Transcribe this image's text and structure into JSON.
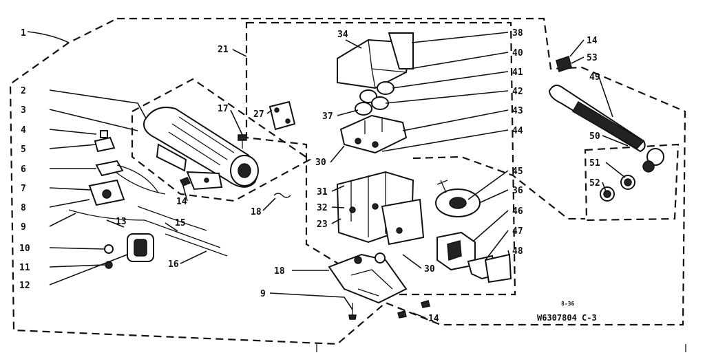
{
  "callouts": [
    {
      "id": "c1",
      "text": "1"
    },
    {
      "id": "c2",
      "text": "2"
    },
    {
      "id": "c3",
      "text": "3"
    },
    {
      "id": "c4",
      "text": "4"
    },
    {
      "id": "c5",
      "text": "5"
    },
    {
      "id": "c6",
      "text": "6"
    },
    {
      "id": "c7",
      "text": "7"
    },
    {
      "id": "c8",
      "text": "8"
    },
    {
      "id": "c9a",
      "text": "9"
    },
    {
      "id": "c10",
      "text": "10"
    },
    {
      "id": "c11",
      "text": "11"
    },
    {
      "id": "c12",
      "text": "12"
    },
    {
      "id": "c13",
      "text": "13"
    },
    {
      "id": "c14a",
      "text": "14"
    },
    {
      "id": "c15",
      "text": "15"
    },
    {
      "id": "c16a",
      "text": "16"
    },
    {
      "id": "c17",
      "text": "17"
    },
    {
      "id": "c18a",
      "text": "18"
    },
    {
      "id": "c21",
      "text": "21"
    },
    {
      "id": "c27",
      "text": "27"
    },
    {
      "id": "c30a",
      "text": "30"
    },
    {
      "id": "c31",
      "text": "31"
    },
    {
      "id": "c32",
      "text": "32"
    },
    {
      "id": "c23",
      "text": "23"
    },
    {
      "id": "c34",
      "text": "34"
    },
    {
      "id": "c37",
      "text": "37"
    },
    {
      "id": "c38",
      "text": "38"
    },
    {
      "id": "c40",
      "text": "40"
    },
    {
      "id": "c41",
      "text": "41"
    },
    {
      "id": "c42",
      "text": "42"
    },
    {
      "id": "c43",
      "text": "43"
    },
    {
      "id": "c44",
      "text": "44"
    },
    {
      "id": "c45",
      "text": "45"
    },
    {
      "id": "c36",
      "text": "36"
    },
    {
      "id": "c46",
      "text": "46"
    },
    {
      "id": "c47",
      "text": "47"
    },
    {
      "id": "c48",
      "text": "48"
    },
    {
      "id": "c30b",
      "text": "30"
    },
    {
      "id": "c18b",
      "text": "18"
    },
    {
      "id": "c9b",
      "text": "9"
    },
    {
      "id": "c14b",
      "text": "14"
    },
    {
      "id": "c14c",
      "text": "14"
    },
    {
      "id": "c53",
      "text": "53"
    },
    {
      "id": "c49",
      "text": "49"
    },
    {
      "id": "c50",
      "text": "50"
    },
    {
      "id": "c51",
      "text": "51"
    },
    {
      "id": "c52",
      "text": "52"
    }
  ],
  "drawing_number": "W6307804 C-3",
  "small_note": "8-36"
}
